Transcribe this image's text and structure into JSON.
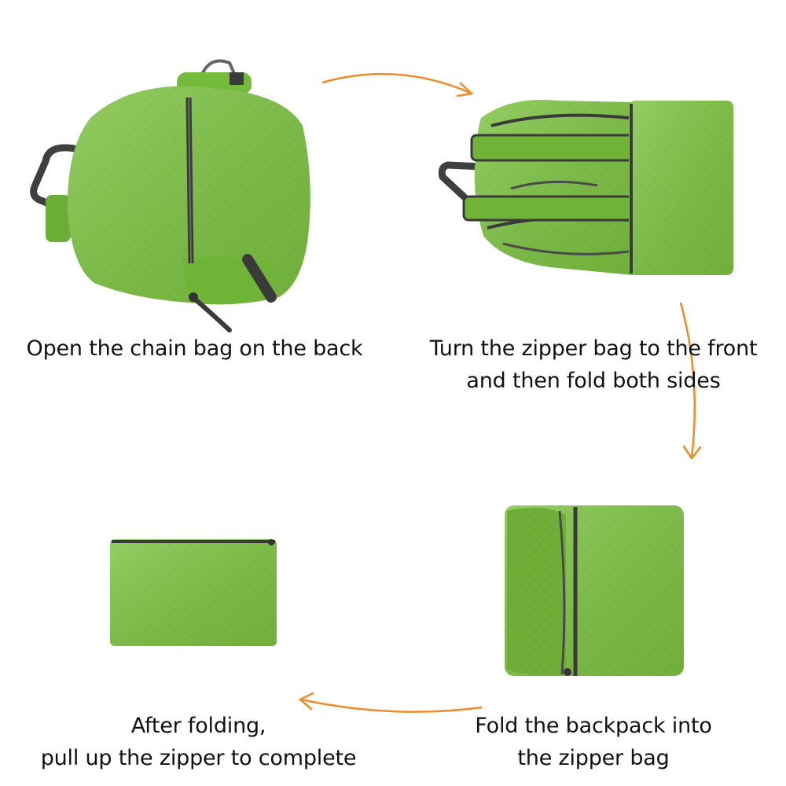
{
  "colors": {
    "background": "#ffffff",
    "bag_green": "#7bc33f",
    "bag_green_dark": "#5f9a2c",
    "bag_green_light": "#92d255",
    "strap_gray": "#4a4a4a",
    "arrow_orange": "#ef8a28",
    "caption_text": "#111111"
  },
  "steps": [
    {
      "image": "unfolded-backpack",
      "caption_lines": [
        "Open the chain bag on the back"
      ]
    },
    {
      "image": "backpack-with-zipper-bag-front",
      "caption_lines": [
        "Turn the zipper bag to the front",
        "and then fold both sides"
      ]
    },
    {
      "image": "backpack-folded-into-zipper-bag",
      "caption_lines": [
        "Fold the backpack into",
        "the zipper bag"
      ]
    },
    {
      "image": "zipped-pouch",
      "caption_lines": [
        "After folding,",
        "pull up the zipper to complete"
      ]
    }
  ],
  "arrows": [
    {
      "from_step": 1,
      "to_step": 2,
      "direction": "right"
    },
    {
      "from_step": 2,
      "to_step": 3,
      "direction": "down"
    },
    {
      "from_step": 3,
      "to_step": 4,
      "direction": "left"
    }
  ]
}
